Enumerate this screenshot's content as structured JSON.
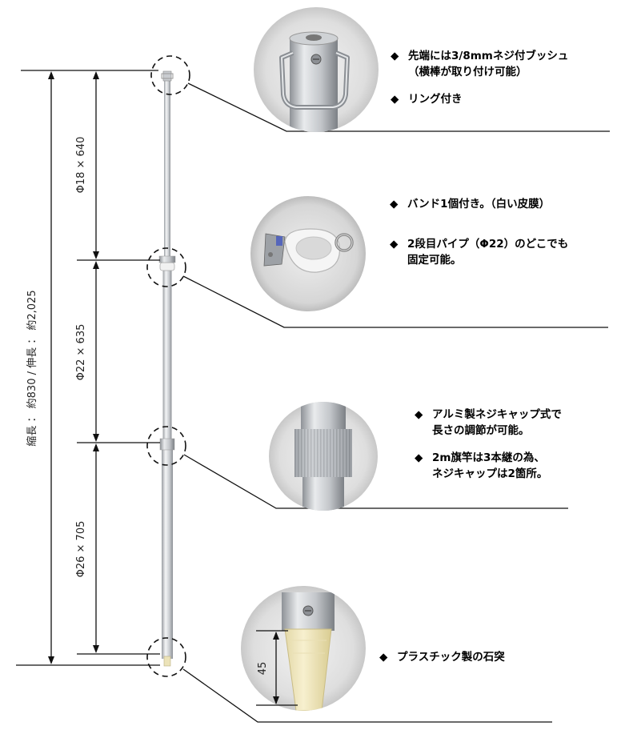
{
  "dimensions": {
    "overall": "縮長 ： 約830 / 伸長 ： 約2,025",
    "seg1": "Φ18 × 640",
    "seg2": "Φ22 × 635",
    "seg3": "Φ26 × 705",
    "tip": "45"
  },
  "notes": {
    "top": {
      "bullet": "◆",
      "line1": "先端には3/8mmネジ付ブッシュ",
      "line2": "（横棒が取り付け可能）",
      "line3": "リング付き"
    },
    "band": {
      "bullet": "◆",
      "line1": "バンド1個付き。（白い皮膜）",
      "line2": "2段目パイプ（Φ22）のどこでも",
      "line3": "固定可能。"
    },
    "cap": {
      "bullet": "◆",
      "line1": "アルミ製ネジキャップ式で",
      "line2": "長さの調節が可能。",
      "line3": "2m旗竿は3本継の為、",
      "line4": "ネジキャップは2箇所。"
    },
    "tip": {
      "bullet": "◆",
      "line1": "プラスチック製の石突"
    }
  }
}
